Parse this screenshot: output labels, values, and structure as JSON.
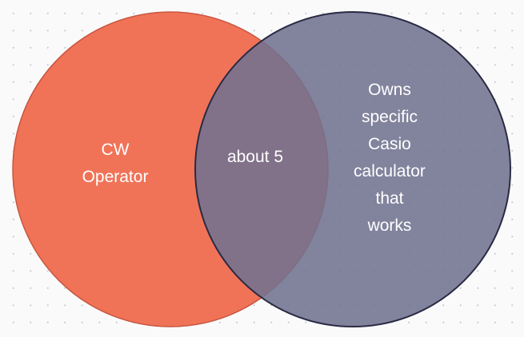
{
  "diagram": {
    "type": "venn",
    "sets": [
      {
        "label": "CW\nOperator",
        "color": "#f07358"
      },
      {
        "label": "Owns\nspecific\nCasio\ncalculator\nthat\nworks",
        "color": "#717290"
      }
    ],
    "intersection": {
      "label": "about 5"
    }
  }
}
